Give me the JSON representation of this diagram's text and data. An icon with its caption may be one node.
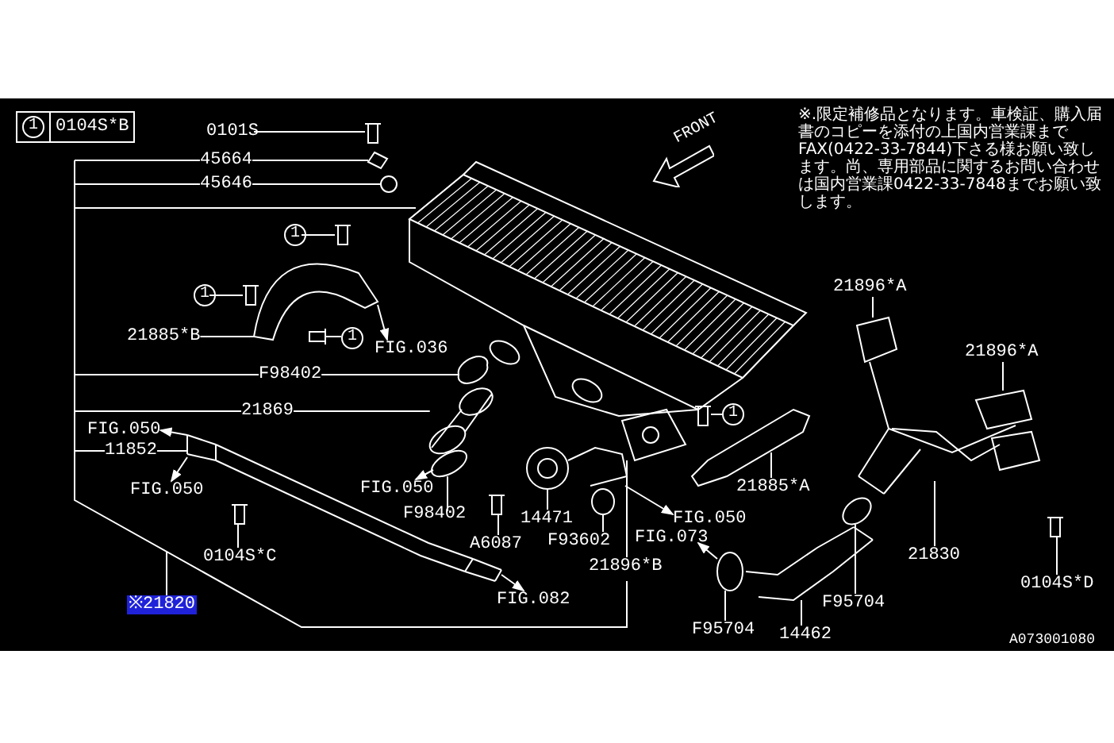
{
  "diagram": {
    "nodes": [
      {
        "text": [
          "0101S"
        ]
      },
      {
        "text": [
          "45664"
        ]
      },
      {
        "text": [
          "45646"
        ]
      },
      {
        "text": [
          "1"
        ]
      },
      {
        "text": [
          "1"
        ]
      },
      {
        "text": [
          "21885*B"
        ]
      },
      {
        "text": [
          "1"
        ]
      },
      {
        "text": [
          "FIG.036"
        ]
      },
      {
        "text": [
          "F98402"
        ]
      },
      {
        "text": [
          "21869"
        ]
      },
      {
        "text": [
          "FIG.050"
        ]
      },
      {
        "text": [
          "11852"
        ]
      },
      {
        "text": [
          "FIG.050"
        ]
      },
      {
        "text": [
          "FIG.050"
        ]
      },
      {
        "text": [
          "F98402"
        ]
      },
      {
        "text": [
          "14471"
        ]
      },
      {
        "text": [
          "A6087"
        ]
      },
      {
        "text": [
          "F93602"
        ]
      },
      {
        "text": [
          "0104S*C"
        ]
      },
      {
        "text": [
          "FIG.050"
        ]
      },
      {
        "text": [
          "FIG.073"
        ]
      },
      {
        "text": [
          "21896*B"
        ]
      },
      {
        "text": [
          "FIG.082"
        ]
      },
      {
        "text": [
          "※21820"
        ]
      },
      {
        "text": [
          "21896*A"
        ]
      },
      {
        "text": [
          "21896*A"
        ]
      },
      {
        "text": [
          "21885*A"
        ]
      },
      {
        "text": [
          "21830"
        ]
      },
      {
        "text": [
          "0104S*D"
        ]
      },
      {
        "text": [
          "F95704"
        ]
      },
      {
        "text": [
          "F95704"
        ]
      },
      {
        "text": [
          "14462"
        ]
      },
      {
        "text": [
          "1"
        ]
      },
      {
        "text": [
          "1",
          "0104S*B"
        ]
      },
      {
        "text": [],
        "shape": "bolt"
      },
      {
        "text": [],
        "shape": "washer"
      },
      {
        "text": [],
        "shape": "nut"
      },
      {
        "text": [],
        "shape": "bolt"
      },
      {
        "text": [],
        "shape": "bolt"
      },
      {
        "text": [],
        "shape": "bracket"
      },
      {
        "text": [],
        "shape": "bolt"
      },
      {
        "text": [],
        "shape": "ring"
      },
      {
        "text": [],
        "shape": "hose"
      },
      {
        "text": [],
        "shape": "ring"
      },
      {
        "text": [],
        "shape": "hose"
      },
      {
        "text": [],
        "shape": "turbocharger"
      },
      {
        "text": [],
        "shape": "bolt"
      },
      {
        "text": [],
        "shape": "ring"
      },
      {
        "text": [],
        "shape": "bolt"
      },
      {
        "text": [],
        "shape": "gasket"
      },
      {
        "text": [],
        "shape": "clamp"
      },
      {
        "text": [],
        "shape": "pipe"
      },
      {
        "text": [],
        "shape": "clamp"
      },
      {
        "text": [],
        "shape": "pipe"
      },
      {
        "text": [],
        "shape": "gasket"
      },
      {
        "text": [],
        "shape": "gasket"
      },
      {
        "text": [],
        "shape": "bracket"
      },
      {
        "text": [],
        "shape": "bolt"
      },
      {
        "text": [],
        "shape": "bolt"
      },
      {
        "text": [
          "FRONT"
        ]
      },
      {
        "text": [],
        "shape": "hose"
      }
    ],
    "edges": [
      {
        "from": 0,
        "to": 34,
        "arrow": "none"
      },
      {
        "from": 1,
        "to": 35,
        "arrow": "none"
      },
      {
        "from": 2,
        "to": 36,
        "arrow": "none"
      },
      {
        "from": 3,
        "to": 37,
        "arrow": "none"
      },
      {
        "from": 4,
        "to": 38,
        "arrow": "none"
      },
      {
        "from": 5,
        "to": 39,
        "arrow": "none"
      },
      {
        "from": 6,
        "to": 40,
        "arrow": "none"
      },
      {
        "from": 39,
        "to": 7,
        "arrow": "to"
      },
      {
        "from": 8,
        "to": 41,
        "arrow": "none"
      },
      {
        "from": 9,
        "to": 42,
        "arrow": "none"
      },
      {
        "from": 44,
        "to": 10,
        "arrow": "to"
      },
      {
        "from": 11,
        "to": 44,
        "arrow": "none"
      },
      {
        "from": 44,
        "to": 12,
        "arrow": "to"
      },
      {
        "from": 43,
        "to": 13,
        "arrow": "to"
      },
      {
        "from": 14,
        "to": 43,
        "arrow": "none"
      },
      {
        "from": 15,
        "to": 45,
        "arrow": "none"
      },
      {
        "from": 16,
        "to": 46,
        "arrow": "none"
      },
      {
        "from": 17,
        "to": 47,
        "arrow": "none"
      },
      {
        "from": 18,
        "to": 48,
        "arrow": "none"
      },
      {
        "from": 45,
        "to": 19,
        "arrow": "to"
      },
      {
        "from": 50,
        "to": 20,
        "arrow": "to"
      },
      {
        "from": 21,
        "to": 49,
        "arrow": "none"
      },
      {
        "from": 60,
        "to": 22,
        "arrow": "to"
      },
      {
        "from": 23,
        "to": null,
        "arrow": "none"
      },
      {
        "from": 24,
        "to": 54,
        "arrow": "none"
      },
      {
        "from": 25,
        "to": 55,
        "arrow": "none"
      },
      {
        "from": 26,
        "to": 56,
        "arrow": "none"
      },
      {
        "from": 27,
        "to": 53,
        "arrow": "none"
      },
      {
        "from": 28,
        "to": 58,
        "arrow": "none"
      },
      {
        "from": 29,
        "to": 52,
        "arrow": "none"
      },
      {
        "from": 30,
        "to": 50,
        "arrow": "none"
      },
      {
        "from": 31,
        "to": 51,
        "arrow": "none"
      },
      {
        "from": 32,
        "to": 57,
        "arrow": "none"
      }
    ],
    "labels": [
      "※.限定補修品となります。車検証、購入届書のコピーを添付の上国内営業課までFAX(0422-33-7844)下さる様お願い致します。尚、専用部品に関するお問い合わせは国内営業課0422-33-7848までお願い致します。",
      "A073001080"
    ]
  }
}
